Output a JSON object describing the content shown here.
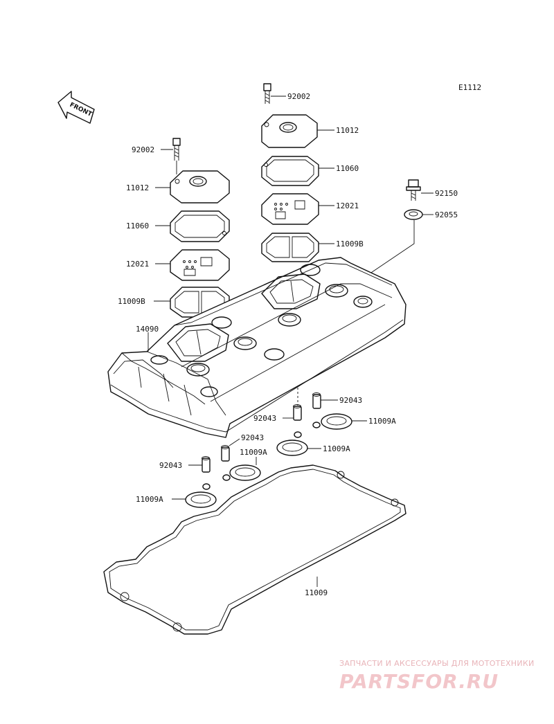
{
  "diagram_code": "E1112",
  "front_arrow_text": "FRONT",
  "labels": {
    "bolt_top_right_cover": "92002",
    "cover_right": "11012",
    "gasket_cover_right": "11060",
    "plate_right": "12021",
    "gasket_plate_right": "11009B",
    "bolt_left_cover": "92002",
    "cover_left": "11012",
    "gasket_cover_left": "11060",
    "plate_left": "12021",
    "gasket_plate_left": "11009B",
    "bolt_head_cover": "92150",
    "washer_head_cover": "92055",
    "head_cover": "14090",
    "dowel_a": "92043",
    "dowel_b": "92043",
    "dowel_c": "92043",
    "dowel_d": "92043",
    "oring_a": "11009A",
    "oring_b": "11009A",
    "oring_c": "11009A",
    "oring_d": "11009A",
    "main_gasket": "11009"
  },
  "watermark": {
    "tagline": "ЗАПЧАСТИ И АКСЕССУАРЫ ДЛЯ МОТОТЕХНИКИ",
    "brand": "PARTSFOR.RU"
  }
}
